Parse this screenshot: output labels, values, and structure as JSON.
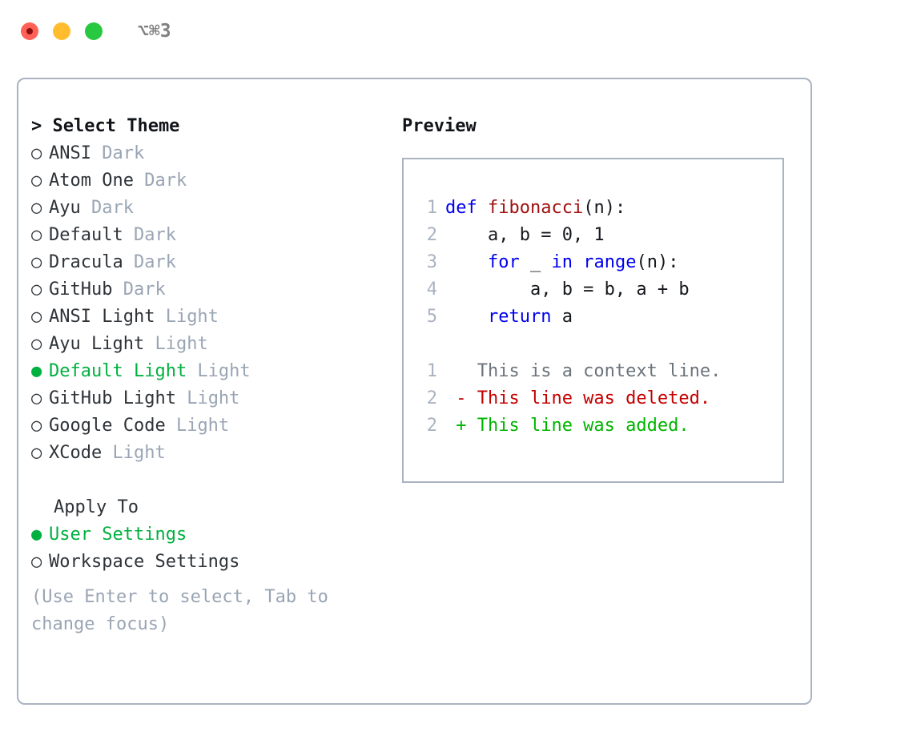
{
  "titlebar": {
    "shortcut": "⌥⌘3",
    "buttons": [
      {
        "name": "close",
        "color": "#ff6159",
        "inner": "#8b0f0f"
      },
      {
        "name": "minimize",
        "color": "#ffbd2e",
        "inner": "#ffbd2e"
      },
      {
        "name": "maximize",
        "color": "#28c840",
        "inner": "#28c840"
      }
    ]
  },
  "colors": {
    "accent_green": "#00b140",
    "muted": "#9aa5b4",
    "border": "#a9b3c1",
    "keyword_blue": "#0000ee",
    "function_red": "#a01010",
    "diff_delete": "#c40000",
    "diff_add": "#00b400",
    "text": "#2e3338"
  },
  "theme_picker": {
    "heading": "> Select Theme",
    "items": [
      {
        "marker": "○",
        "name": "ANSI",
        "variant": "Dark",
        "selected": false
      },
      {
        "marker": "○",
        "name": "Atom One",
        "variant": "Dark",
        "selected": false
      },
      {
        "marker": "○",
        "name": "Ayu",
        "variant": "Dark",
        "selected": false
      },
      {
        "marker": "○",
        "name": "Default",
        "variant": "Dark",
        "selected": false
      },
      {
        "marker": "○",
        "name": "Dracula",
        "variant": "Dark",
        "selected": false
      },
      {
        "marker": "○",
        "name": "GitHub",
        "variant": "Dark",
        "selected": false
      },
      {
        "marker": "○",
        "name": "ANSI Light",
        "variant": "Light",
        "selected": false
      },
      {
        "marker": "○",
        "name": "Ayu Light",
        "variant": "Light",
        "selected": false
      },
      {
        "marker": "●",
        "name": "Default Light",
        "variant": "Light",
        "selected": true
      },
      {
        "marker": "○",
        "name": "GitHub Light",
        "variant": "Light",
        "selected": false
      },
      {
        "marker": "○",
        "name": "Google Code",
        "variant": "Light",
        "selected": false
      },
      {
        "marker": "○",
        "name": "XCode",
        "variant": "Light",
        "selected": false
      }
    ]
  },
  "apply_to": {
    "title": "Apply To",
    "items": [
      {
        "marker": "●",
        "label": "User Settings",
        "selected": true
      },
      {
        "marker": "○",
        "label": "Workspace Settings",
        "selected": false
      }
    ]
  },
  "hint": "(Use Enter to select, Tab to change focus)",
  "preview": {
    "label": "Preview",
    "code_lines": [
      {
        "no": "1",
        "segments": [
          {
            "t": "def ",
            "c": "kw"
          },
          {
            "t": "fibonacci",
            "c": "fn"
          },
          {
            "t": "(n):",
            "c": ""
          }
        ]
      },
      {
        "no": "2",
        "segments": [
          {
            "t": "    a, b = 0, 1",
            "c": ""
          }
        ]
      },
      {
        "no": "3",
        "segments": [
          {
            "t": "    ",
            "c": ""
          },
          {
            "t": "for",
            "c": "kw"
          },
          {
            "t": " _ ",
            "c": ""
          },
          {
            "t": "in",
            "c": "kw"
          },
          {
            "t": " ",
            "c": ""
          },
          {
            "t": "range",
            "c": "kw"
          },
          {
            "t": "(n):",
            "c": ""
          }
        ]
      },
      {
        "no": "4",
        "segments": [
          {
            "t": "        a, b = b, a + b",
            "c": ""
          }
        ]
      },
      {
        "no": "5",
        "segments": [
          {
            "t": "    ",
            "c": ""
          },
          {
            "t": "return",
            "c": "kw"
          },
          {
            "t": " a",
            "c": ""
          }
        ]
      }
    ],
    "diff_lines": [
      {
        "no": "1",
        "segments": [
          {
            "t": "   This is a context line.",
            "c": "ctx"
          }
        ]
      },
      {
        "no": "2",
        "segments": [
          {
            "t": " - This line was deleted.",
            "c": "del"
          }
        ]
      },
      {
        "no": "2",
        "segments": [
          {
            "t": " + This line was added.",
            "c": "add"
          }
        ]
      }
    ]
  }
}
